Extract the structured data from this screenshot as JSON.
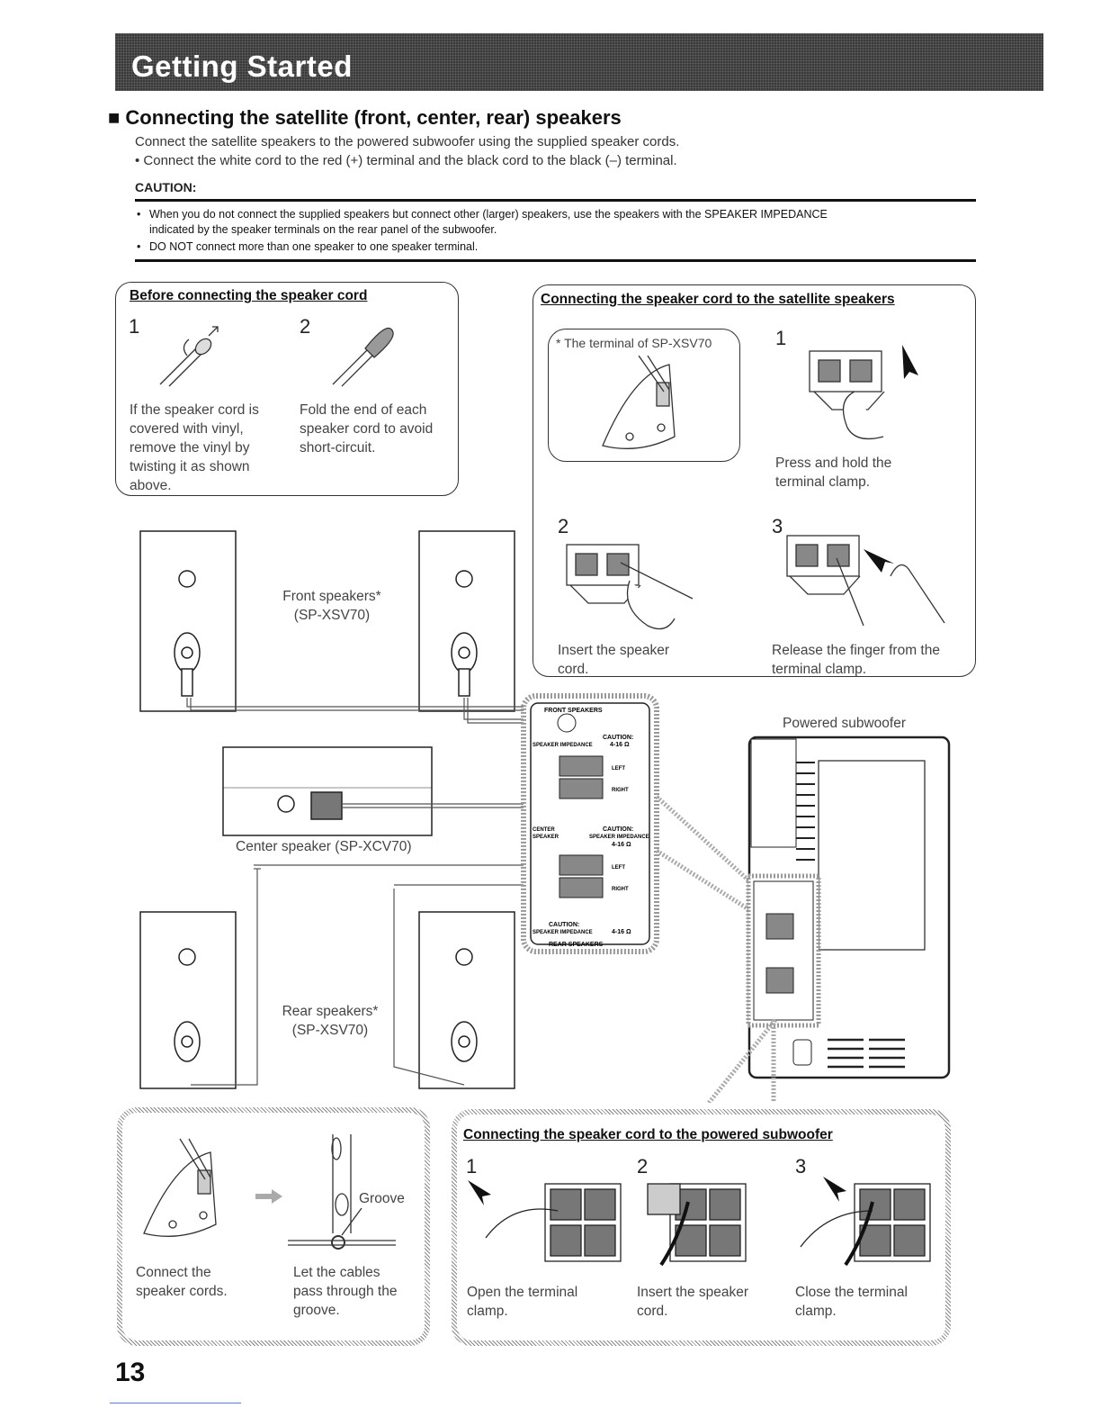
{
  "header": {
    "banner_title": "Getting Started"
  },
  "section": {
    "title": "■ Connecting the satellite (front, center, rear) speakers",
    "intro": "Connect the satellite speakers to the powered subwoofer using the supplied speaker cords.",
    "bullet": "• Connect the white cord to the red (+) terminal and the black cord to the black (–) terminal."
  },
  "caution": {
    "heading": "CAUTION:",
    "items": [
      "When you do not connect the supplied speakers but connect other (larger) speakers, use the speakers with the SPEAKER IMPEDANCE",
      "indicated by the speaker terminals on the rear panel of the subwoofer.",
      "DO NOT connect more than one speaker to one speaker terminal."
    ]
  },
  "before_box": {
    "title": "Before connecting the speaker cord",
    "step1": {
      "num": "1",
      "lines": [
        "If the speaker cord is",
        "covered with vinyl,",
        "remove the vinyl by",
        "twisting it as shown",
        "above."
      ]
    },
    "step2": {
      "num": "2",
      "lines": [
        "Fold the end of each",
        "speaker cord to avoid",
        "short-circuit."
      ]
    }
  },
  "satellite_box": {
    "title": "Connecting the speaker cord to the satellite speakers",
    "note": "*  The terminal of SP-XSV70",
    "step1": {
      "num": "1",
      "lines": [
        "Press and hold the",
        "terminal clamp."
      ]
    },
    "step2": {
      "num": "2",
      "lines": [
        "Insert the speaker",
        "cord."
      ]
    },
    "step3": {
      "num": "3",
      "lines": [
        "Release the finger from the",
        "terminal clamp."
      ]
    }
  },
  "diagram": {
    "front_label": [
      "Front speakers*",
      "(SP-XSV70)"
    ],
    "center_label": "Center speaker (SP-XCV70)",
    "rear_label": [
      "Rear speakers*",
      "(SP-XSV70)"
    ],
    "subwoofer_label": "Powered subwoofer",
    "panel": {
      "front_speakers": "FRONT SPEAKERS",
      "caution": "CAUTION:",
      "impedance": "SPEAKER IMPEDANCE",
      "impedance_value": "4-16 Ω",
      "left": "LEFT",
      "right": "RIGHT",
      "center_speaker": [
        "CENTER",
        "SPEAKER"
      ],
      "rear_speakers": "REAR SPEAKERS"
    }
  },
  "bottom_left": {
    "groove": "Groove",
    "cap1": [
      "Connect the",
      "speaker cords."
    ],
    "cap2": [
      "Let the cables",
      "pass through the",
      "groove."
    ]
  },
  "subwoofer_box": {
    "title": "Connecting the speaker cord to the powered subwoofer",
    "step1": {
      "num": "1",
      "lines": [
        "Open the terminal",
        "clamp."
      ]
    },
    "step2": {
      "num": "2",
      "lines": [
        "Insert the speaker",
        "cord."
      ]
    },
    "step3": {
      "num": "3",
      "lines": [
        "Close the terminal",
        "clamp."
      ]
    }
  },
  "page_number": "13"
}
